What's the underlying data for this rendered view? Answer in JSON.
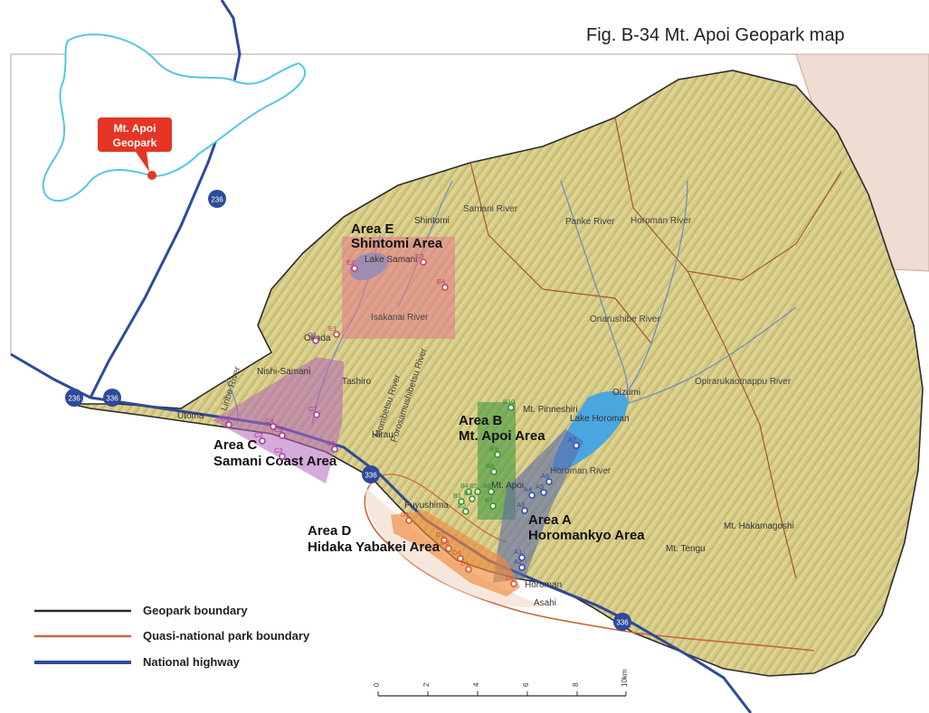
{
  "figure": {
    "title": "Fig. B-34 Mt. Apoi Geopark map"
  },
  "colors": {
    "terrain": "#d9cd8a",
    "terrain_dark": "#8f8a4a",
    "sea": "#ffffff",
    "neighbor": "#efdcd3",
    "highway": "#2e4a9b",
    "quasi_boundary": "#c7663f",
    "geopark_boundary": "#2c2c2c",
    "river": "#6f8fbf",
    "lake": "#4aa6de",
    "hokkaido_outline": "#57c6e4",
    "apoi_marker": "#e53524"
  },
  "inset": {
    "label_line1": "Mt. Apoi",
    "label_line2": "Geopark",
    "icon": "location-pin-icon"
  },
  "highways": [
    {
      "shield": "236"
    },
    {
      "shield": "236"
    },
    {
      "shield": "336"
    },
    {
      "shield": "336"
    },
    {
      "shield": "336"
    }
  ],
  "areas": [
    {
      "id": "E",
      "line1": "Area E",
      "line2": "Shintomi Area",
      "color": "#e3798b"
    },
    {
      "id": "C",
      "line1": "Area C",
      "line2": "Samani Coast Area",
      "color": "#b565b9"
    },
    {
      "id": "B",
      "line1": "Area B",
      "line2": "Mt. Apoi Area",
      "color": "#3f9a3f"
    },
    {
      "id": "A",
      "line1": "Area A",
      "line2": "Horomankyo Area",
      "color": "#5a6aa8"
    },
    {
      "id": "D",
      "line1": "Area D",
      "line2": "Hidaka Yabakei Area",
      "color": "#f08a3e"
    }
  ],
  "places": [
    "Shintomi",
    "Samani River",
    "Panke River",
    "Horoman River",
    "Lake Samani",
    "Isakanai River",
    "Onarushibe River",
    "Okada",
    "Nishi-Samani",
    "Tashiro",
    "Oizumi",
    "Mt. Pinneshiri",
    "Lake Horoman",
    "Opirarukaomappu River",
    "Utoma",
    "Horoman River",
    "Mt. Apoi",
    "Fuyushima",
    "Mt. Hakamagoshi",
    "Mt. Tengu",
    "Horoman",
    "Asahi",
    "Hirau",
    "Liribe River",
    "Mombetsu River",
    "Porosamushibetsu River"
  ],
  "sites": [
    "E1",
    "E2",
    "E3",
    "E4",
    "B10",
    "B9",
    "B8",
    "B4",
    "B5",
    "B6",
    "B1",
    "B3",
    "B2",
    "B7",
    "A7",
    "A6",
    "A5",
    "A4",
    "A3",
    "A1",
    "A2",
    "C1",
    "C2",
    "C3",
    "C4",
    "C5",
    "C6",
    "C7",
    "C8",
    "D1",
    "D2",
    "D3",
    "D4",
    "D5",
    "D6"
  ],
  "legend": [
    {
      "label": "Geopark boundary",
      "color": "#2c2c2c"
    },
    {
      "label": "Quasi-national park boundary",
      "color": "#c7663f"
    },
    {
      "label": "National highway",
      "color": "#2e4a9b"
    }
  ],
  "scale_bar": {
    "ticks": [
      "0",
      "2",
      "4",
      "6",
      "8",
      "10km"
    ]
  }
}
